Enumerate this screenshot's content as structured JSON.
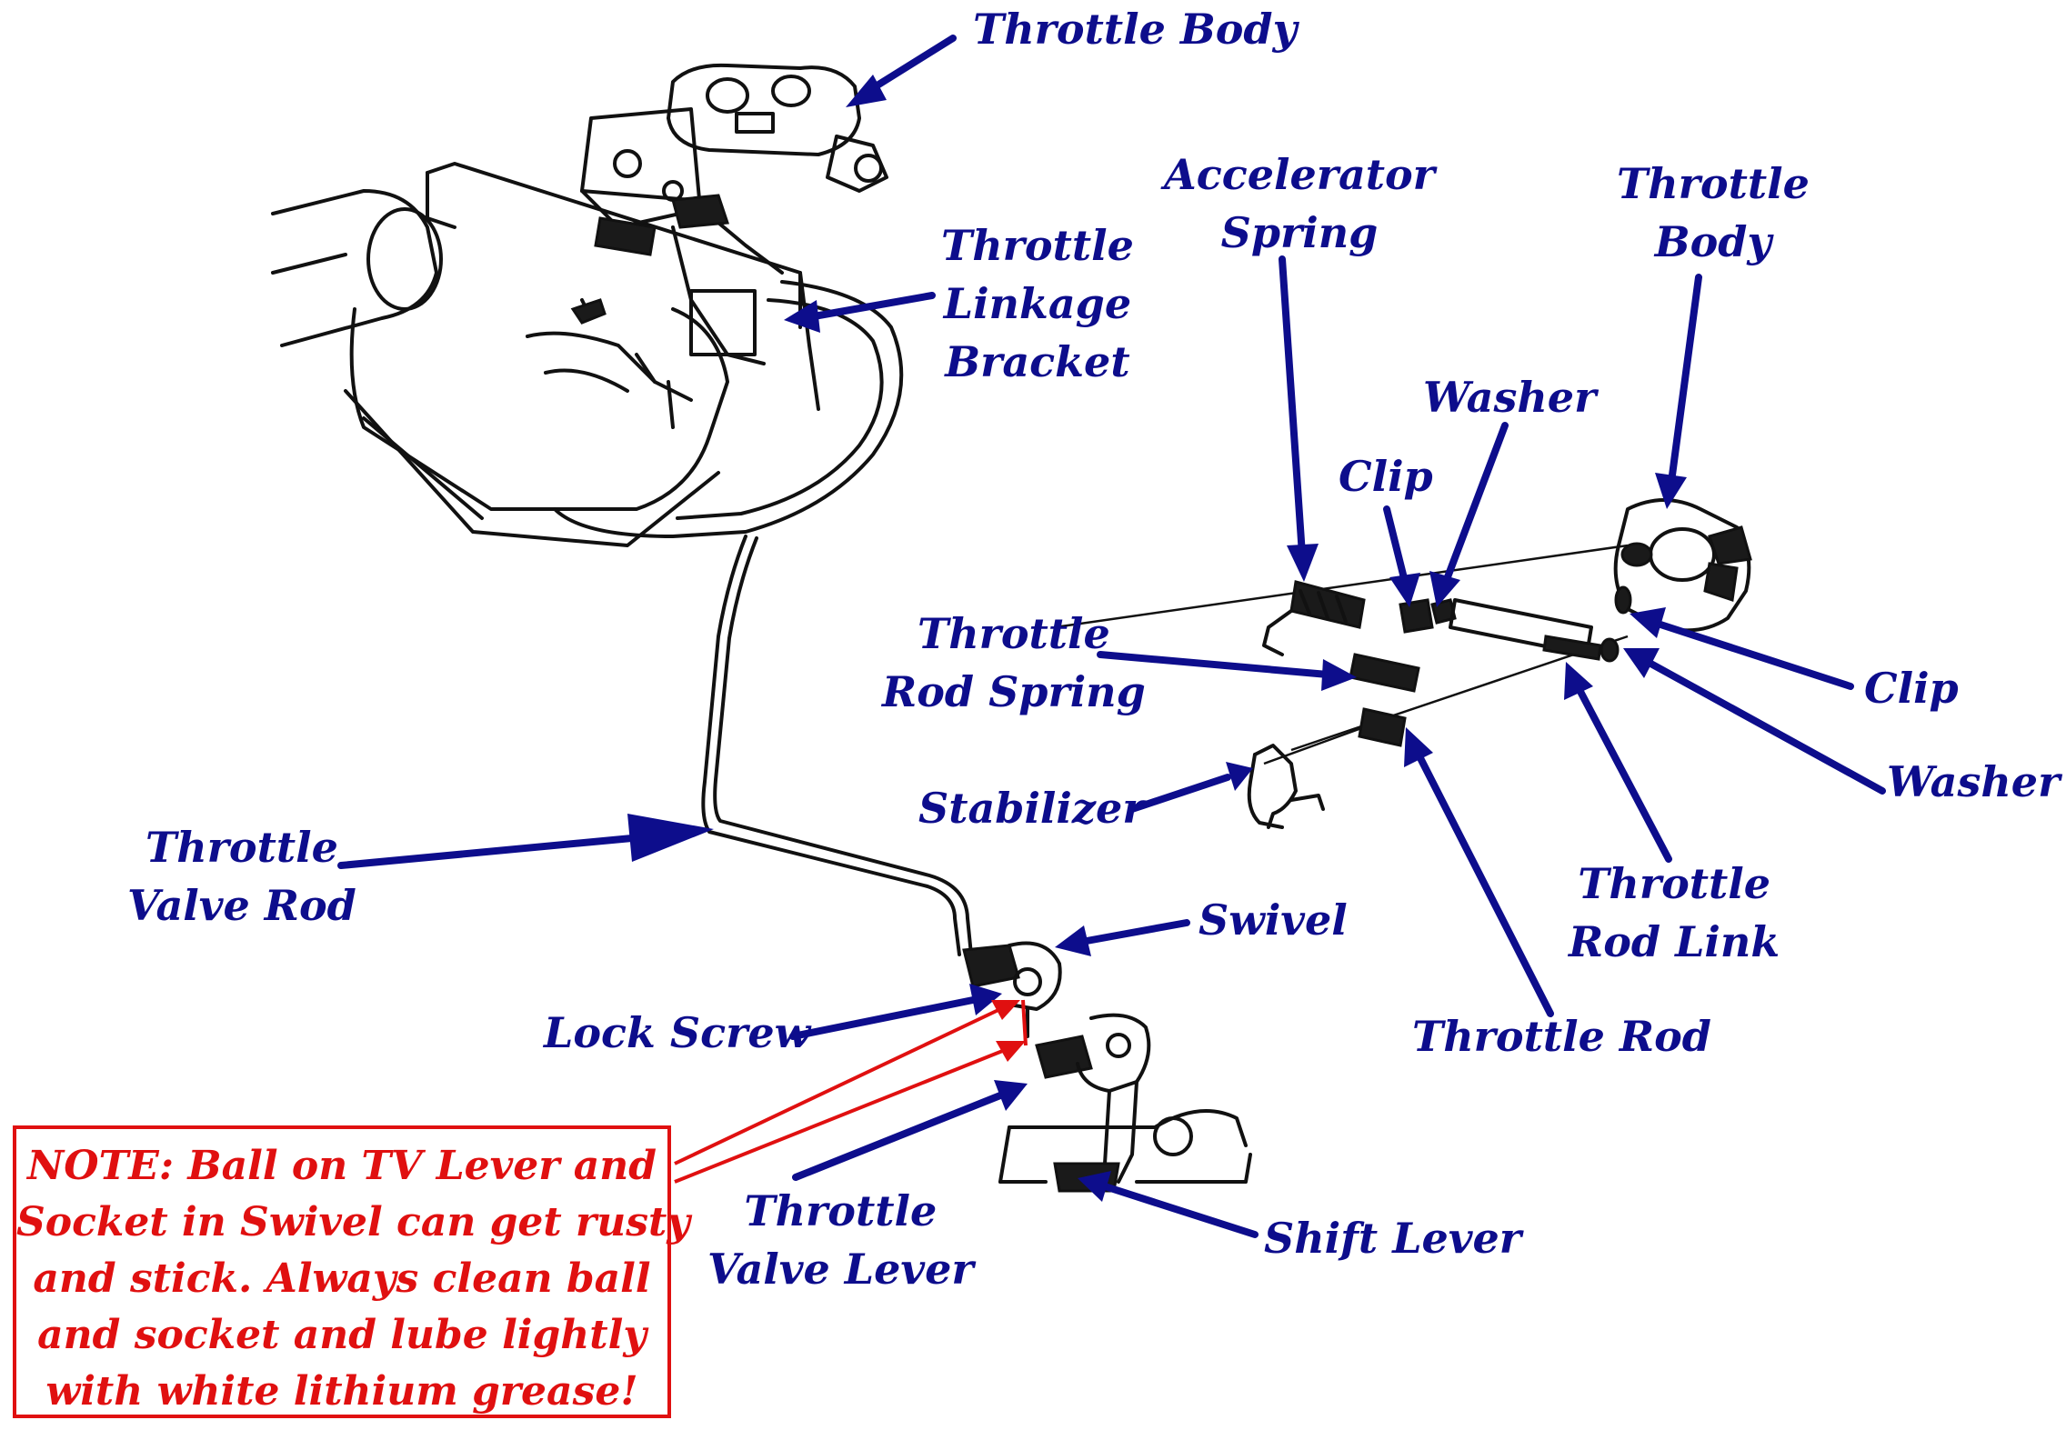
{
  "labels": {
    "throttle_body_top": [
      "Throttle Body"
    ],
    "throttle_linkage_bracket": [
      "Throttle",
      "Linkage",
      "Bracket"
    ],
    "accelerator_spring": [
      "Accelerator",
      "Spring"
    ],
    "throttle_body_right": [
      "Throttle",
      "Body"
    ],
    "washer_top": [
      "Washer"
    ],
    "clip_top": [
      "Clip"
    ],
    "throttle_rod_spring": [
      "Throttle",
      "Rod Spring"
    ],
    "clip_right": [
      "Clip"
    ],
    "washer_right": [
      "Washer"
    ],
    "stabilizer": [
      "Stabilizer"
    ],
    "throttle_valve_rod": [
      "Throttle",
      "Valve Rod"
    ],
    "swivel": [
      "Swivel"
    ],
    "throttle_rod_link": [
      "Throttle",
      "Rod Link"
    ],
    "lock_screw": [
      "Lock Screw"
    ],
    "throttle_rod": [
      "Throttle Rod"
    ],
    "throttle_valve_lever": [
      "Throttle",
      "Valve Lever"
    ],
    "shift_lever": [
      "Shift Lever"
    ]
  },
  "note": {
    "lines": [
      "NOTE:  Ball on TV Lever and",
      "Socket in Swivel can get rusty",
      "and stick.  Always clean ball",
      "and socket and lube lightly",
      "with white lithium grease!"
    ]
  },
  "colors": {
    "label_text": "#0d0d8c",
    "leader_lines": "#0d0d8c",
    "note_text": "#e01010",
    "note_border": "#e01010",
    "drawing": "#111111"
  }
}
